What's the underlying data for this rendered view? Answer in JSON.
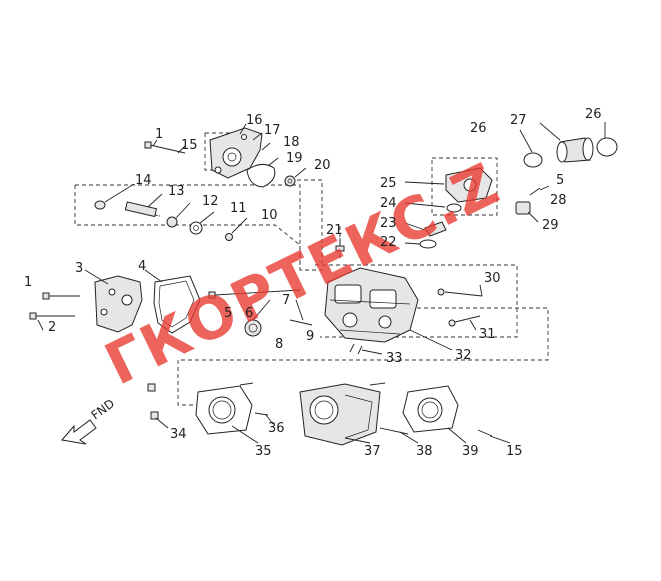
{
  "watermark": {
    "text": "ГКОРТЕКС.Z",
    "color": "#e8382e"
  },
  "direction_label": "FND",
  "part_numbers": {
    "p1a": "1",
    "p1b": "1",
    "p2": "2",
    "p3": "3",
    "p4": "4",
    "p5a": "5",
    "p5b": "5",
    "p6": "6",
    "p7": "7",
    "p8": "8",
    "p9": "9",
    "p10": "10",
    "p11": "11",
    "p12": "12",
    "p13": "13",
    "p14": "14",
    "p15a": "15",
    "p15b": "15",
    "p16": "16",
    "p17": "17",
    "p18": "18",
    "p19": "19",
    "p20": "20",
    "p21": "21",
    "p22": "22",
    "p23": "23",
    "p24": "24",
    "p25": "25",
    "p26a": "26",
    "p26b": "26",
    "p27": "27",
    "p28": "28",
    "p29": "29",
    "p30": "30",
    "p31": "31",
    "p32": "32",
    "p33": "33",
    "p34": "34",
    "p35": "35",
    "p36": "36",
    "p37": "37",
    "p38": "38",
    "p39": "39"
  }
}
